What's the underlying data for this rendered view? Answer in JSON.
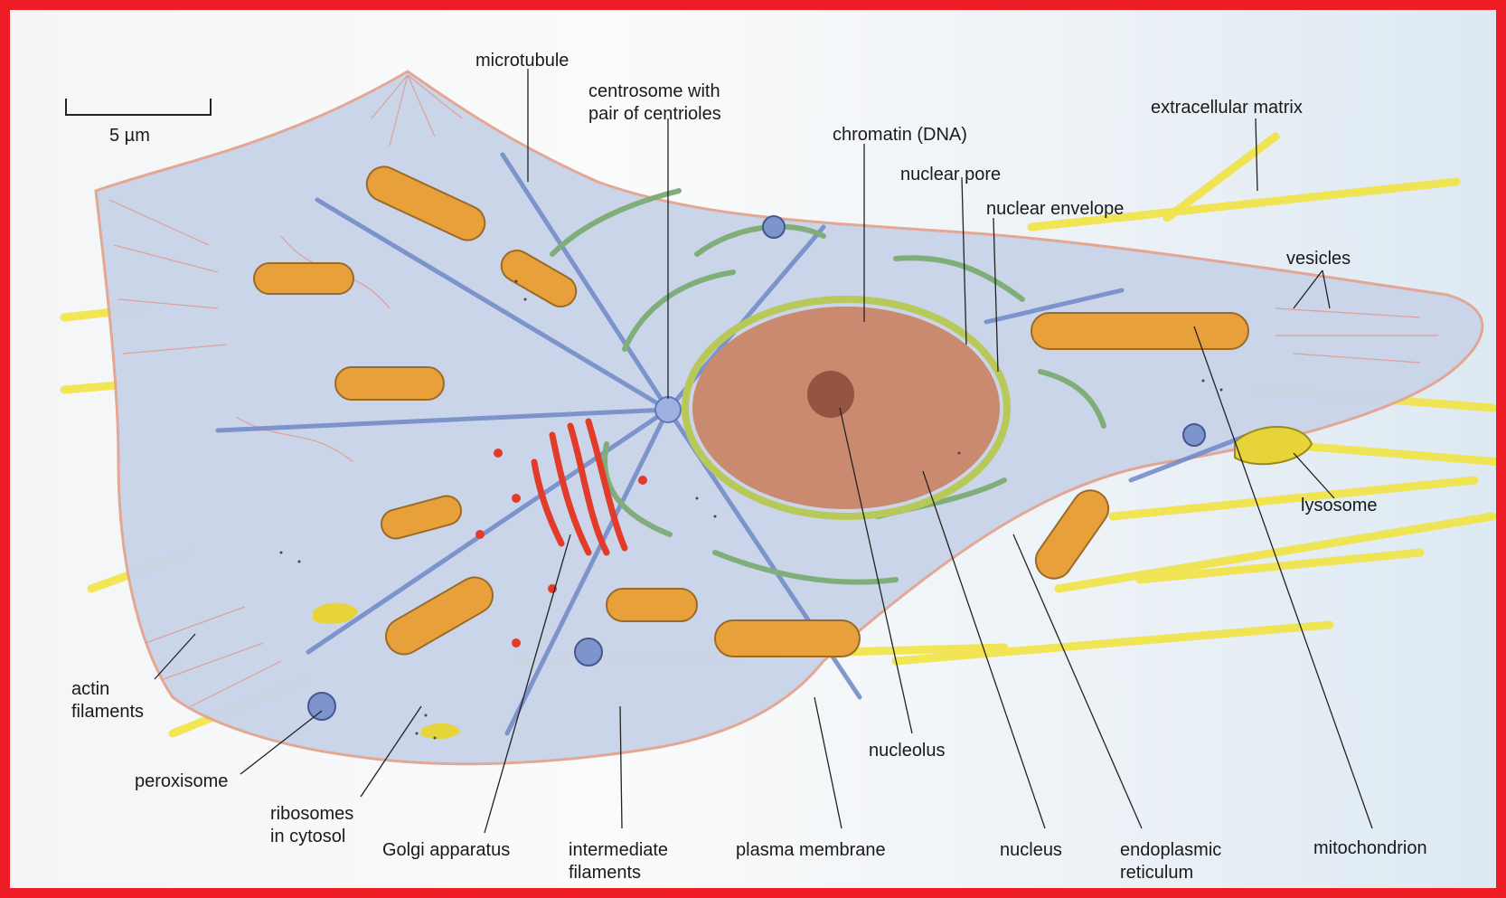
{
  "scale_bar": {
    "label": "5 µm"
  },
  "labels": {
    "microtubule": "microtubule",
    "centrosome_line1": "centrosome with",
    "centrosome_line2": "pair of centrioles",
    "extracellular_matrix": "extracellular matrix",
    "chromatin": "chromatin (DNA)",
    "nuclear_pore": "nuclear pore",
    "nuclear_envelope": "nuclear envelope",
    "vesicles": "vesicles",
    "lysosome": "lysosome",
    "actin_line1": "actin",
    "actin_line2": "filaments",
    "peroxisome": "peroxisome",
    "ribosomes_line1": "ribosomes",
    "ribosomes_line2": "in cytosol",
    "golgi": "Golgi apparatus",
    "intermediate_line1": "intermediate",
    "intermediate_line2": "filaments",
    "plasma_membrane": "plasma membrane",
    "nucleolus": "nucleolus",
    "nucleus": "nucleus",
    "er_line1": "endoplasmic",
    "er_line2": "reticulum",
    "mitochondrion": "mitochondrion"
  },
  "colors": {
    "frame": "#ee1d25",
    "cytoplasm": "#c9d4ea",
    "membrane": "#e2a48f",
    "nucleus": "#c98a70",
    "envelope": "#b8c95a",
    "mitochondria": "#e8a13a",
    "golgi": "#e23b2a",
    "er": "#7fae7a",
    "microtubule": "#6f88c6",
    "matrix_fibers": "#f2e33a"
  }
}
